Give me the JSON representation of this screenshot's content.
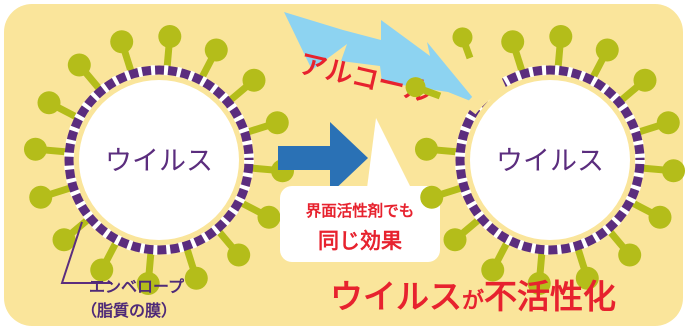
{
  "colors": {
    "background": "#fae59b",
    "spike": "#b4bd1a",
    "envelope": "#5b2d7e",
    "body": "#ffffff",
    "arrow": "#2a71b5",
    "burst": "#8dd3f1",
    "text_red": "#e7222e"
  },
  "icons": {
    "left_virus": "virus-icon",
    "right_virus": "damaged-virus-icon",
    "arrow": "right-arrow-icon",
    "spray": "alcohol-burst-icon"
  },
  "diagram": {
    "left_virus_label": "ウイルス",
    "right_virus_label": "ウイルス",
    "alcohol_label": "アルコール",
    "callout_line1": "界面活性剤でも",
    "callout_line2": "同じ効果",
    "envelope_label_line1": "エンベロープ",
    "envelope_label_line2": "（脂質の膜）",
    "result_part1": "ウイルス",
    "result_part2": "が",
    "result_part3": "不活性化"
  }
}
